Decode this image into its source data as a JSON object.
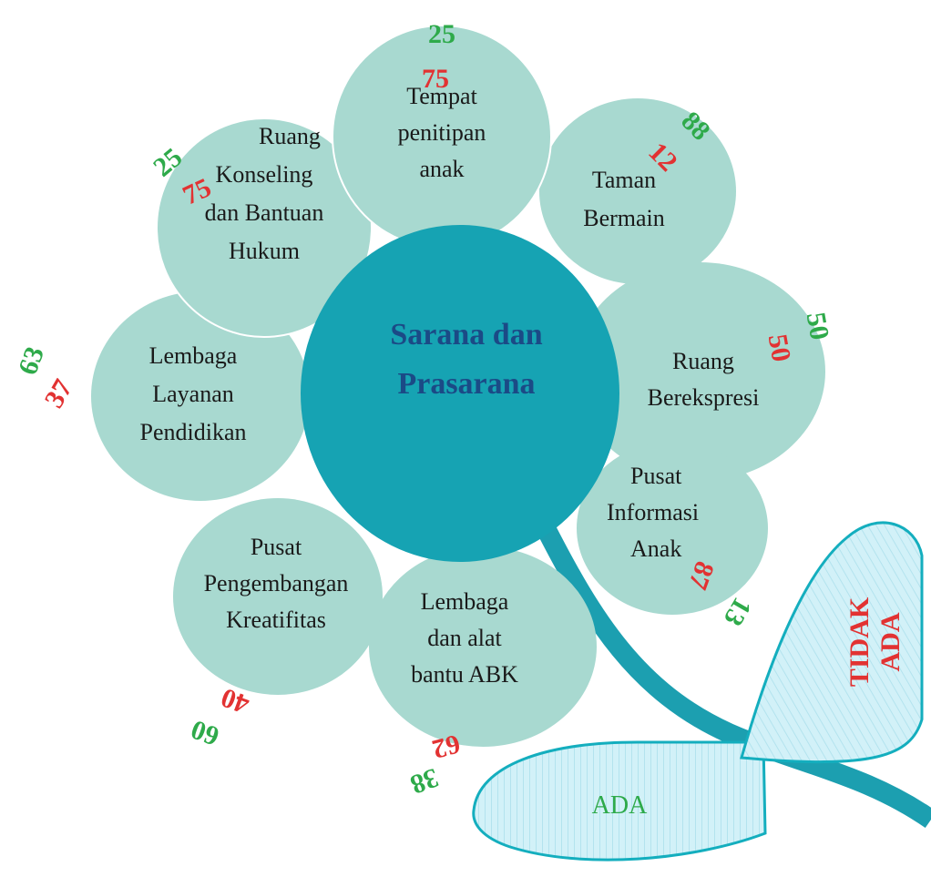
{
  "center": {
    "line1": "Sarana dan",
    "line2": "Prasarana"
  },
  "petals": [
    {
      "id": "tempat",
      "lines": [
        "Tempat",
        "penitipan",
        "anak"
      ],
      "ada": "25",
      "tidak_ada": "75"
    },
    {
      "id": "taman",
      "lines": [
        "Taman",
        "Bermain"
      ],
      "ada": "88",
      "tidak_ada": "12"
    },
    {
      "id": "ruang-ekspresi",
      "lines": [
        "Ruang",
        "Berekspresi"
      ],
      "ada": "50",
      "tidak_ada": "50"
    },
    {
      "id": "pusat-informasi",
      "lines": [
        "Pusat",
        "Informasi",
        "Anak"
      ],
      "ada": "13",
      "tidak_ada": "87"
    },
    {
      "id": "lembaga-abk",
      "lines": [
        "Lembaga",
        "dan alat",
        "bantu ABK"
      ],
      "ada": "38",
      "tidak_ada": "62"
    },
    {
      "id": "pengembangan",
      "lines": [
        "Pusat",
        "Pengembangan",
        "Kreatifitas"
      ],
      "ada": "60",
      "tidak_ada": "40"
    },
    {
      "id": "layanan",
      "lines": [
        "Lembaga",
        "Layanan",
        "Pendidikan"
      ],
      "ada": "63",
      "tidak_ada": "37"
    },
    {
      "id": "konseling",
      "lines": [
        "Ruang",
        "Konseling",
        "dan Bantuan",
        "Hukum"
      ],
      "ada": "25",
      "tidak_ada": "75"
    }
  ],
  "legend": {
    "ada": "ADA",
    "tidak_line1": "TIDAK",
    "tidak_line2": "ADA"
  },
  "colors": {
    "petal": "#a8d9d0",
    "center": "#16a3b3",
    "stem": "#1c9fb0",
    "leaf": "#c9eef7",
    "ada": "#2eaa4a",
    "tidak_ada": "#e23232"
  }
}
